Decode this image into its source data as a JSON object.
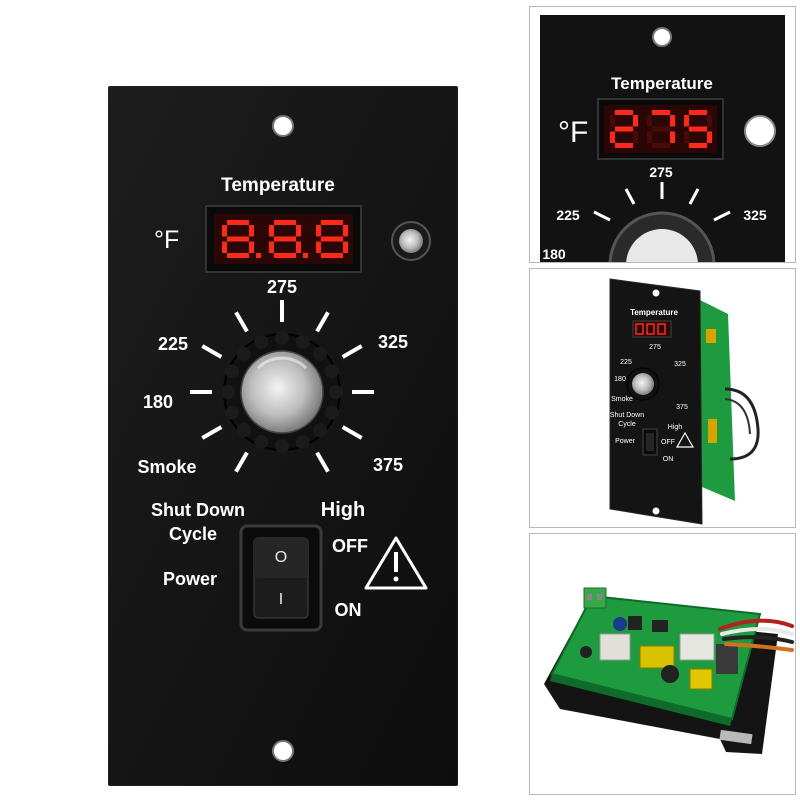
{
  "main_panel": {
    "title": "Temperature",
    "unit": "°F",
    "display": "8.8.8",
    "dial_labels": [
      "180",
      "225",
      "275",
      "325",
      "375",
      "Smoke",
      "High"
    ],
    "shutdown_label_line1": "Shut Down",
    "shutdown_label_line2": "Cycle",
    "power_label": "Power",
    "switch_off": "OFF",
    "switch_on": "ON",
    "switch_top_symbol": "O",
    "switch_bottom_symbol": "I"
  },
  "closeup": {
    "title": "Temperature",
    "unit": "°F",
    "display": "275",
    "dial_labels": [
      "180",
      "225",
      "275",
      "325"
    ]
  },
  "angled_view": {
    "title": "Temperature",
    "dial_labels": [
      "180",
      "225",
      "275",
      "325",
      "375",
      "Smoke",
      "High"
    ],
    "shutdown_label_line1": "Shut Down",
    "shutdown_label_line2": "Cycle",
    "power_label": "Power",
    "switch_off": "OFF",
    "switch_on": "ON"
  },
  "colors": {
    "panel": "#151515",
    "led": "#ff2a1a",
    "pcb": "#1f9b3f",
    "label": "#ffffff"
  }
}
